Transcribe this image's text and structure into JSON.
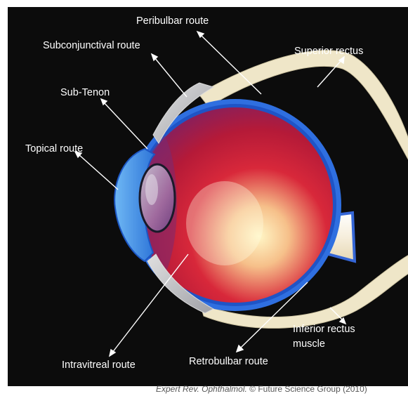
{
  "labels": {
    "peribulbar": "Peribulbar route",
    "subconjunctival": "Subconjunctival route",
    "superior_rectus": "Superior rectus",
    "sub_tenon": "Sub-Tenon",
    "topical": "Topical route",
    "inferior_rectus_line1": "Inferior rectus",
    "inferior_rectus_line2": "muscle",
    "intravitreal": "Intravitreal route",
    "retrobulbar": "Retrobulbar route"
  },
  "credit": {
    "journal": "Expert Rev. Ophthalmol.",
    "rest": " © Future Science Group (2010)"
  },
  "colors": {
    "background": "#0c0c0c",
    "sclera_blue": "#2f6fe0",
    "muscle": "#efe6c8",
    "retina_red": "#c41a2b",
    "arrow": "#ffffff"
  }
}
